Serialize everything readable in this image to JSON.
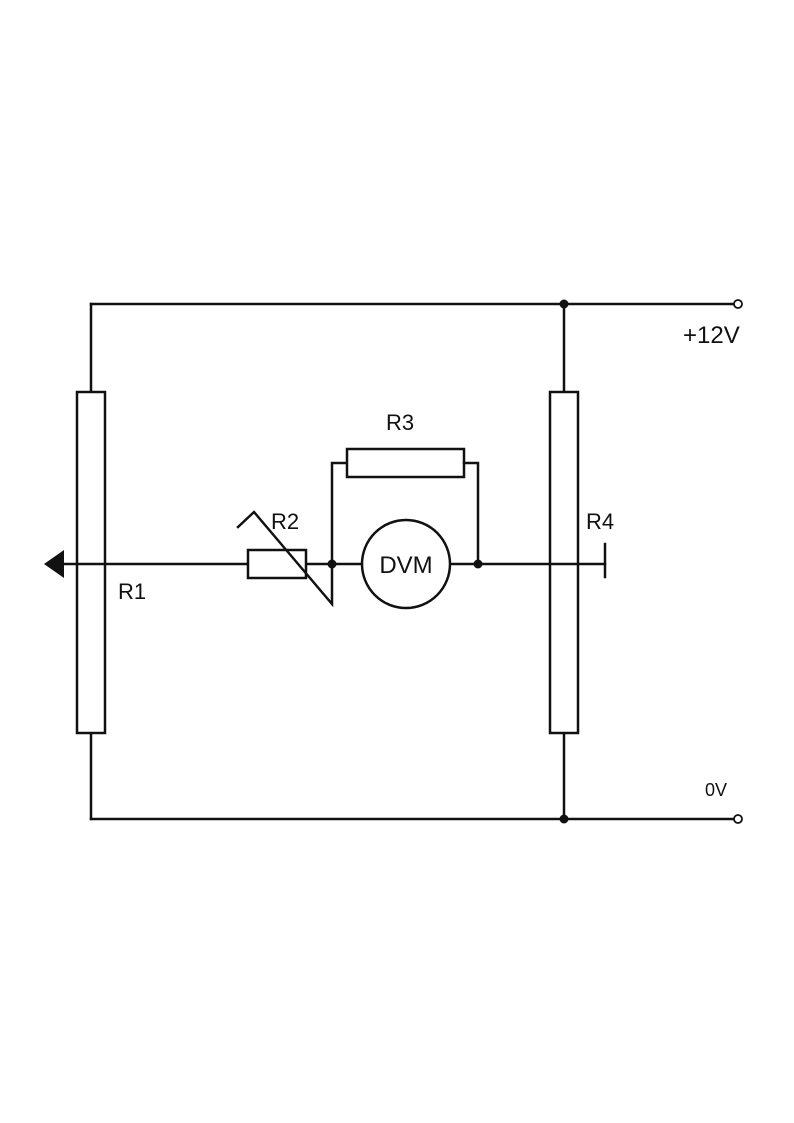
{
  "components": {
    "r1": {
      "label": "R1"
    },
    "r2": {
      "label": "R2"
    },
    "r3": {
      "label": "R3"
    },
    "r4": {
      "label": "R4"
    },
    "dvm": {
      "label": "DVM"
    }
  },
  "terminals": {
    "positive": {
      "label": "+12V"
    },
    "ground": {
      "label": "0V"
    }
  }
}
